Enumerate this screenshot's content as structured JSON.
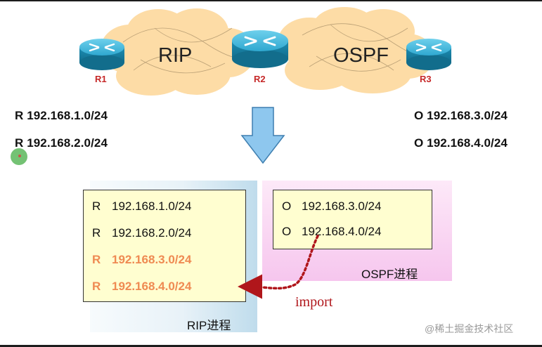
{
  "topology": {
    "protocols": {
      "left": "RIP",
      "right": "OSPF"
    },
    "routers": [
      "R1",
      "R2",
      "R3"
    ]
  },
  "left_routes": [
    "R 192.168.1.0/24",
    "R 192.168.2.0/24"
  ],
  "right_routes": [
    "O 192.168.3.0/24",
    "O 192.168.4.0/24"
  ],
  "rip_table": {
    "rows": [
      {
        "code": "R",
        "net": "192.168.1.0/24"
      },
      {
        "code": "R",
        "net": "192.168.2.0/24"
      },
      {
        "code": "R",
        "net": "192.168.3.0/24"
      },
      {
        "code": "R",
        "net": "192.168.4.0/24"
      }
    ],
    "caption": "RIP进程"
  },
  "ospf_table": {
    "rows": [
      {
        "code": "O",
        "net": "192.168.3.0/24"
      },
      {
        "code": "O",
        "net": "192.168.4.0/24"
      }
    ],
    "caption": "OSPF进程"
  },
  "import_label": "import",
  "watermark": "@稀土掘金技术社区",
  "colors": {
    "cloud": "#fddca6",
    "router": "#1f9fc4",
    "router_label": "#c62828",
    "imported_route": "#ef8a52",
    "import_arrow": "#b0161b",
    "down_arrow": "#8ec7ee"
  }
}
